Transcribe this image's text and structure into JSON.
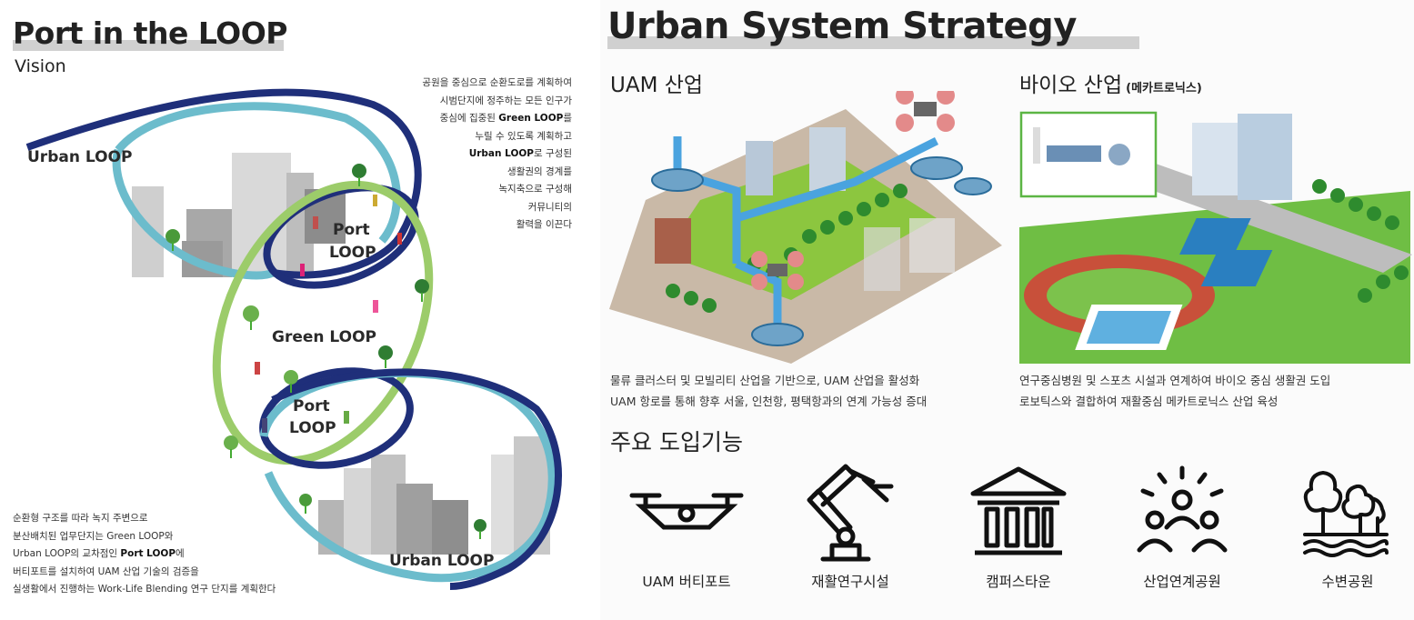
{
  "left": {
    "title": "Port in the LOOP",
    "subtitle": "Vision",
    "top_text": [
      {
        "pre": "공원을 중심으로 순환도로를 계획하여",
        "bold": "",
        "post": ""
      },
      {
        "pre": "시범단지에 정주하는 모든 인구가",
        "bold": "",
        "post": ""
      },
      {
        "pre": "중심에 집중된 ",
        "bold": "Green LOOP",
        "post": "를"
      },
      {
        "pre": "누릴 수 있도록 계획하고",
        "bold": "",
        "post": ""
      },
      {
        "pre": "",
        "bold": "Urban LOOP",
        "post": "로 구성된"
      },
      {
        "pre": "생활권의 경계를",
        "bold": "",
        "post": ""
      },
      {
        "pre": "녹지축으로 구성해",
        "bold": "",
        "post": ""
      },
      {
        "pre": "커뮤니티의",
        "bold": "",
        "post": ""
      },
      {
        "pre": "활력을 이끈다",
        "bold": "",
        "post": ""
      }
    ],
    "bottom_text": [
      {
        "pre": "순환형 구조를 따라 녹지 주변으로",
        "bold": "",
        "post": ""
      },
      {
        "pre": "분산배치된 업무단지는 Green LOOP와",
        "bold": "",
        "post": ""
      },
      {
        "pre": "Urban LOOP의 교차점인 ",
        "bold": "Port LOOP",
        "post": "에"
      },
      {
        "pre": "버티포트를 설치하여 UAM 산업 기술의 검증을",
        "bold": "",
        "post": ""
      },
      {
        "pre": "실생활에서 진행하는 Work-Life Blending 연구 단지를 계획한다",
        "bold": "",
        "post": ""
      }
    ],
    "loops": {
      "urban_top": "Urban LOOP",
      "port_top_1": "Port",
      "port_top_2": "LOOP",
      "green": "Green LOOP",
      "port_bottom_1": "Port",
      "port_bottom_2": "LOOP",
      "urban_bottom": "Urban LOOP"
    }
  },
  "right": {
    "title": "Urban System Strategy",
    "uam": {
      "heading": "UAM 산업",
      "caption_1": "물류 클러스터 및 모빌리티 산업을 기반으로, UAM 산업을 활성화",
      "caption_2": "UAM 항로를 통해 향후 서울, 인천항, 평택항과의 연계 가능성 증대"
    },
    "bio": {
      "heading": "바이오 산업",
      "heading_sub": "(메카트로닉스)",
      "caption_1": "연구중심병원 및 스포츠 시설과 연계하여 바이오 중심 생활권 도입",
      "caption_2": "로보틱스와 결합하여 재활중심 메카트로닉스 산업 육성"
    },
    "features_title": "주요 도입기능",
    "features": [
      {
        "label": "UAM 버티포트",
        "icon": "drone-icon"
      },
      {
        "label": "재활연구시설",
        "icon": "robot-arm-icon"
      },
      {
        "label": "캠퍼스타운",
        "icon": "campus-building-icon"
      },
      {
        "label": "산업연계공원",
        "icon": "community-people-icon"
      },
      {
        "label": "수변공원",
        "icon": "waterside-trees-icon"
      }
    ]
  },
  "colors": {
    "navy": "#1f2f7a",
    "teal": "#6cbccc",
    "green": "#9ccc6a",
    "grass": "#5fb240",
    "building": "#b9b9b9"
  }
}
